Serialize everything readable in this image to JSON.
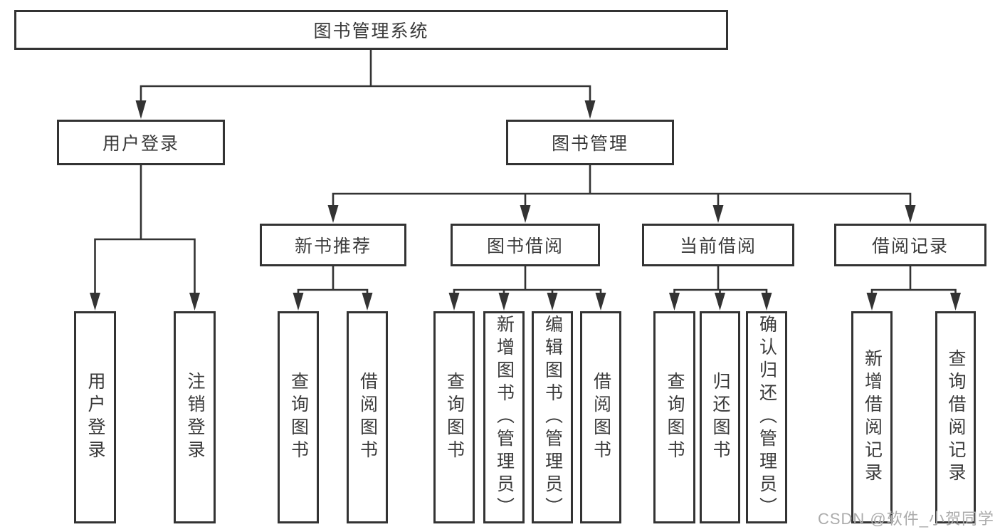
{
  "diagram": {
    "root": {
      "label": "图书管理系统"
    },
    "branches": [
      {
        "label": "用户登录",
        "children": [
          {
            "label": "用户登录"
          },
          {
            "label": "注销登录"
          }
        ]
      },
      {
        "label": "图书管理",
        "children": [
          {
            "label": "新书推荐",
            "children": [
              {
                "label": "查询图书"
              },
              {
                "label": "借阅图书"
              }
            ]
          },
          {
            "label": "图书借阅",
            "children": [
              {
                "label": "查询图书"
              },
              {
                "label": "新增图书（管理员）"
              },
              {
                "label": "编辑图书（管理员）"
              },
              {
                "label": "借阅图书"
              }
            ]
          },
          {
            "label": "当前借阅",
            "children": [
              {
                "label": "查询图书"
              },
              {
                "label": "归还图书"
              },
              {
                "label": "确认归还（管理员）"
              }
            ]
          },
          {
            "label": "借阅记录",
            "children": [
              {
                "label": "新增借阅记录"
              },
              {
                "label": "查询借阅记录"
              }
            ]
          }
        ]
      }
    ]
  },
  "watermark": {
    "text": "CSDN @软件_小贺同学"
  },
  "colors": {
    "line": "#333333",
    "box_border": "#333333",
    "text": "#3a3a3a",
    "watermark": "#ababab",
    "background": "#ffffff"
  }
}
